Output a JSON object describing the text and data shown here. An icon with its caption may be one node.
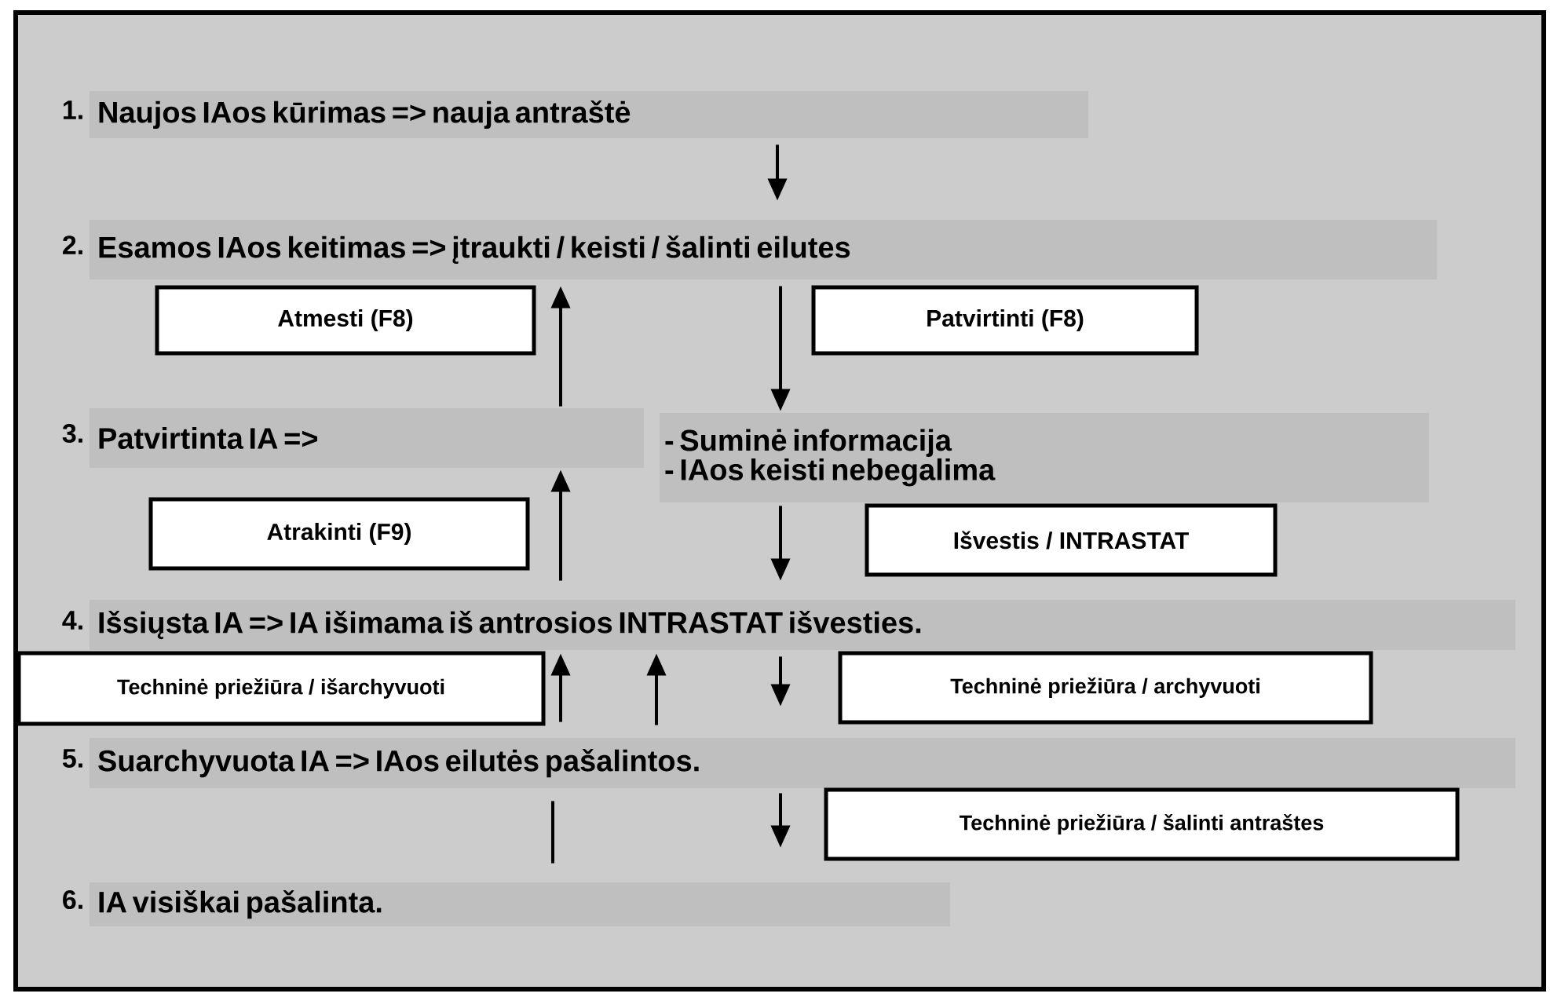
{
  "diagram": {
    "nodes": [
      {
        "text": [
          "Naujos IAos kūrimas => nauja antraštė"
        ],
        "beside": [
          "1."
        ]
      },
      {
        "text": [
          "Esamos IAos keitimas => įtraukti / keisti / šalinti eilutes"
        ],
        "beside": [
          "2."
        ]
      },
      {
        "text": [
          "Atmesti (F8)"
        ]
      },
      {
        "text": [
          "Patvirtinti (F8)"
        ]
      },
      {
        "text": [
          "Patvirtinta IA =>"
        ],
        "beside": [
          "3."
        ]
      },
      {
        "text": [
          "- Suminė informacija",
          "- IAos keisti nebegalima"
        ]
      },
      {
        "text": [
          "Atrakinti (F9)"
        ]
      },
      {
        "text": [
          "Išvestis / INTRASTAT"
        ]
      },
      {
        "text": [
          "Išsiųsta IA => IA išimama iš antrosios INTRASTAT išvesties."
        ],
        "beside": [
          "4."
        ]
      },
      {
        "text": [
          "Techninė priežiūra / išarchyvuoti"
        ]
      },
      {
        "text": [
          "Techninė priežiūra / archyvuoti"
        ]
      },
      {
        "text": [
          "Suarchyvuota IA => IAos eilutės pašalintos."
        ],
        "beside": [
          "5."
        ]
      },
      {
        "text": [
          "Techninė priežiūra / šalinti antraštes"
        ]
      },
      {
        "text": [
          "IA visiškai pašalinta."
        ],
        "beside": [
          "6."
        ]
      }
    ],
    "edges": [
      {
        "from": 0,
        "to": 1,
        "arrow": "to"
      },
      {
        "from": 1,
        "to": 5,
        "arrow": "to"
      },
      {
        "from": 4,
        "to": 1,
        "arrow": "to"
      },
      {
        "from": 5,
        "to": 8,
        "arrow": "to"
      },
      {
        "from": 8,
        "to": 4,
        "arrow": "to"
      },
      {
        "from": 11,
        "to": 8,
        "arrow": "to"
      },
      {
        "from": 11,
        "to": 8,
        "arrow": "to"
      },
      {
        "from": 8,
        "to": 11,
        "arrow": "to"
      },
      {
        "from": 11,
        "to": 13,
        "arrow": "to"
      },
      {
        "from": 13,
        "to": 11,
        "arrow": "none"
      }
    ]
  }
}
